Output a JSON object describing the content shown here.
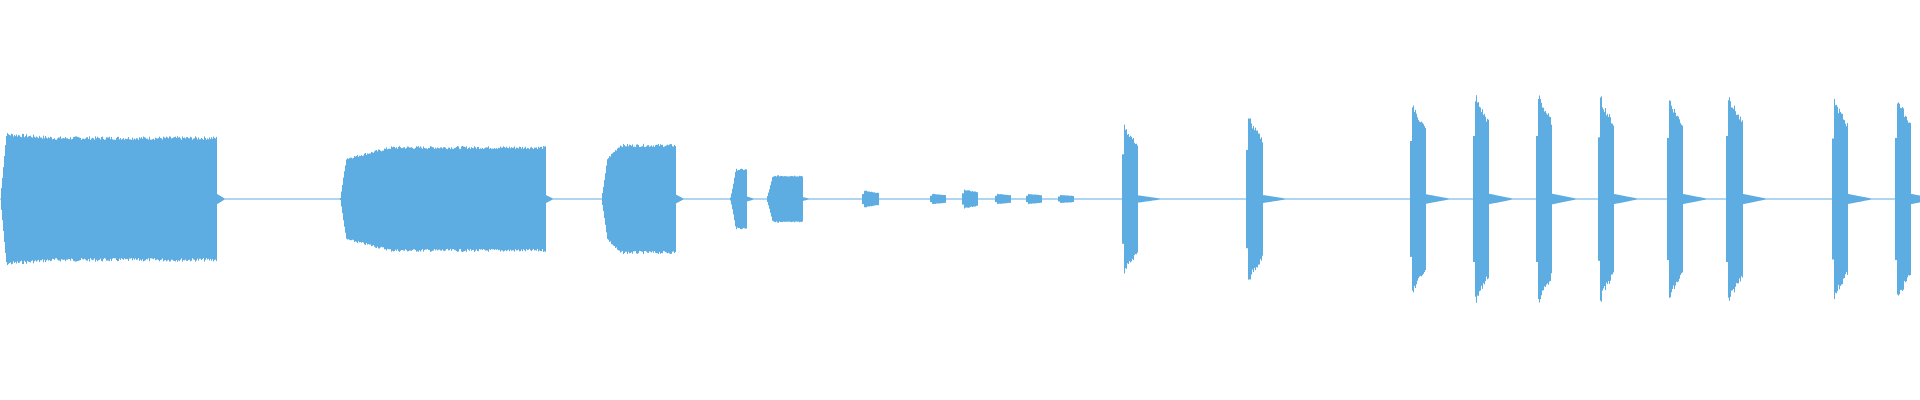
{
  "waveform": {
    "color": "#5dade2",
    "regions": [
      {
        "type": "sustain",
        "start": 0.0,
        "end": 0.113,
        "amp": 0.58,
        "left_amp": 0.62
      },
      {
        "type": "sustain",
        "start": 0.177,
        "end": 0.284,
        "amp": 0.49,
        "left_amp": 0.37
      },
      {
        "type": "sustain",
        "start": 0.313,
        "end": 0.352,
        "amp": 0.51,
        "left_amp": 0.32
      },
      {
        "type": "sustain",
        "start": 0.38,
        "end": 0.389,
        "amp": 0.28,
        "left_amp": 0.2
      },
      {
        "type": "sustain",
        "start": 0.399,
        "end": 0.418,
        "amp": 0.22,
        "left_amp": 0.18
      },
      {
        "type": "burst",
        "pos": 0.45,
        "amp": 0.08
      },
      {
        "type": "burst",
        "pos": 0.485,
        "amp": 0.05
      },
      {
        "type": "burst",
        "pos": 0.502,
        "amp": 0.09
      },
      {
        "type": "burst",
        "pos": 0.519,
        "amp": 0.05
      },
      {
        "type": "burst",
        "pos": 0.535,
        "amp": 0.05
      },
      {
        "type": "burst",
        "pos": 0.552,
        "amp": 0.04
      },
      {
        "type": "burst",
        "pos": 0.585,
        "amp": 0.71
      },
      {
        "type": "burst",
        "pos": 0.65,
        "amp": 0.78
      },
      {
        "type": "burst",
        "pos": 0.735,
        "amp": 0.92
      },
      {
        "type": "burst",
        "pos": 0.768,
        "amp": 1.0
      },
      {
        "type": "burst",
        "pos": 0.801,
        "amp": 1.0
      },
      {
        "type": "burst",
        "pos": 0.833,
        "amp": 0.98
      },
      {
        "type": "burst",
        "pos": 0.869,
        "amp": 0.97
      },
      {
        "type": "burst",
        "pos": 0.9,
        "amp": 1.0
      },
      {
        "type": "burst",
        "pos": 0.955,
        "amp": 0.96
      },
      {
        "type": "burst",
        "pos": 0.988,
        "amp": 0.97
      }
    ]
  }
}
